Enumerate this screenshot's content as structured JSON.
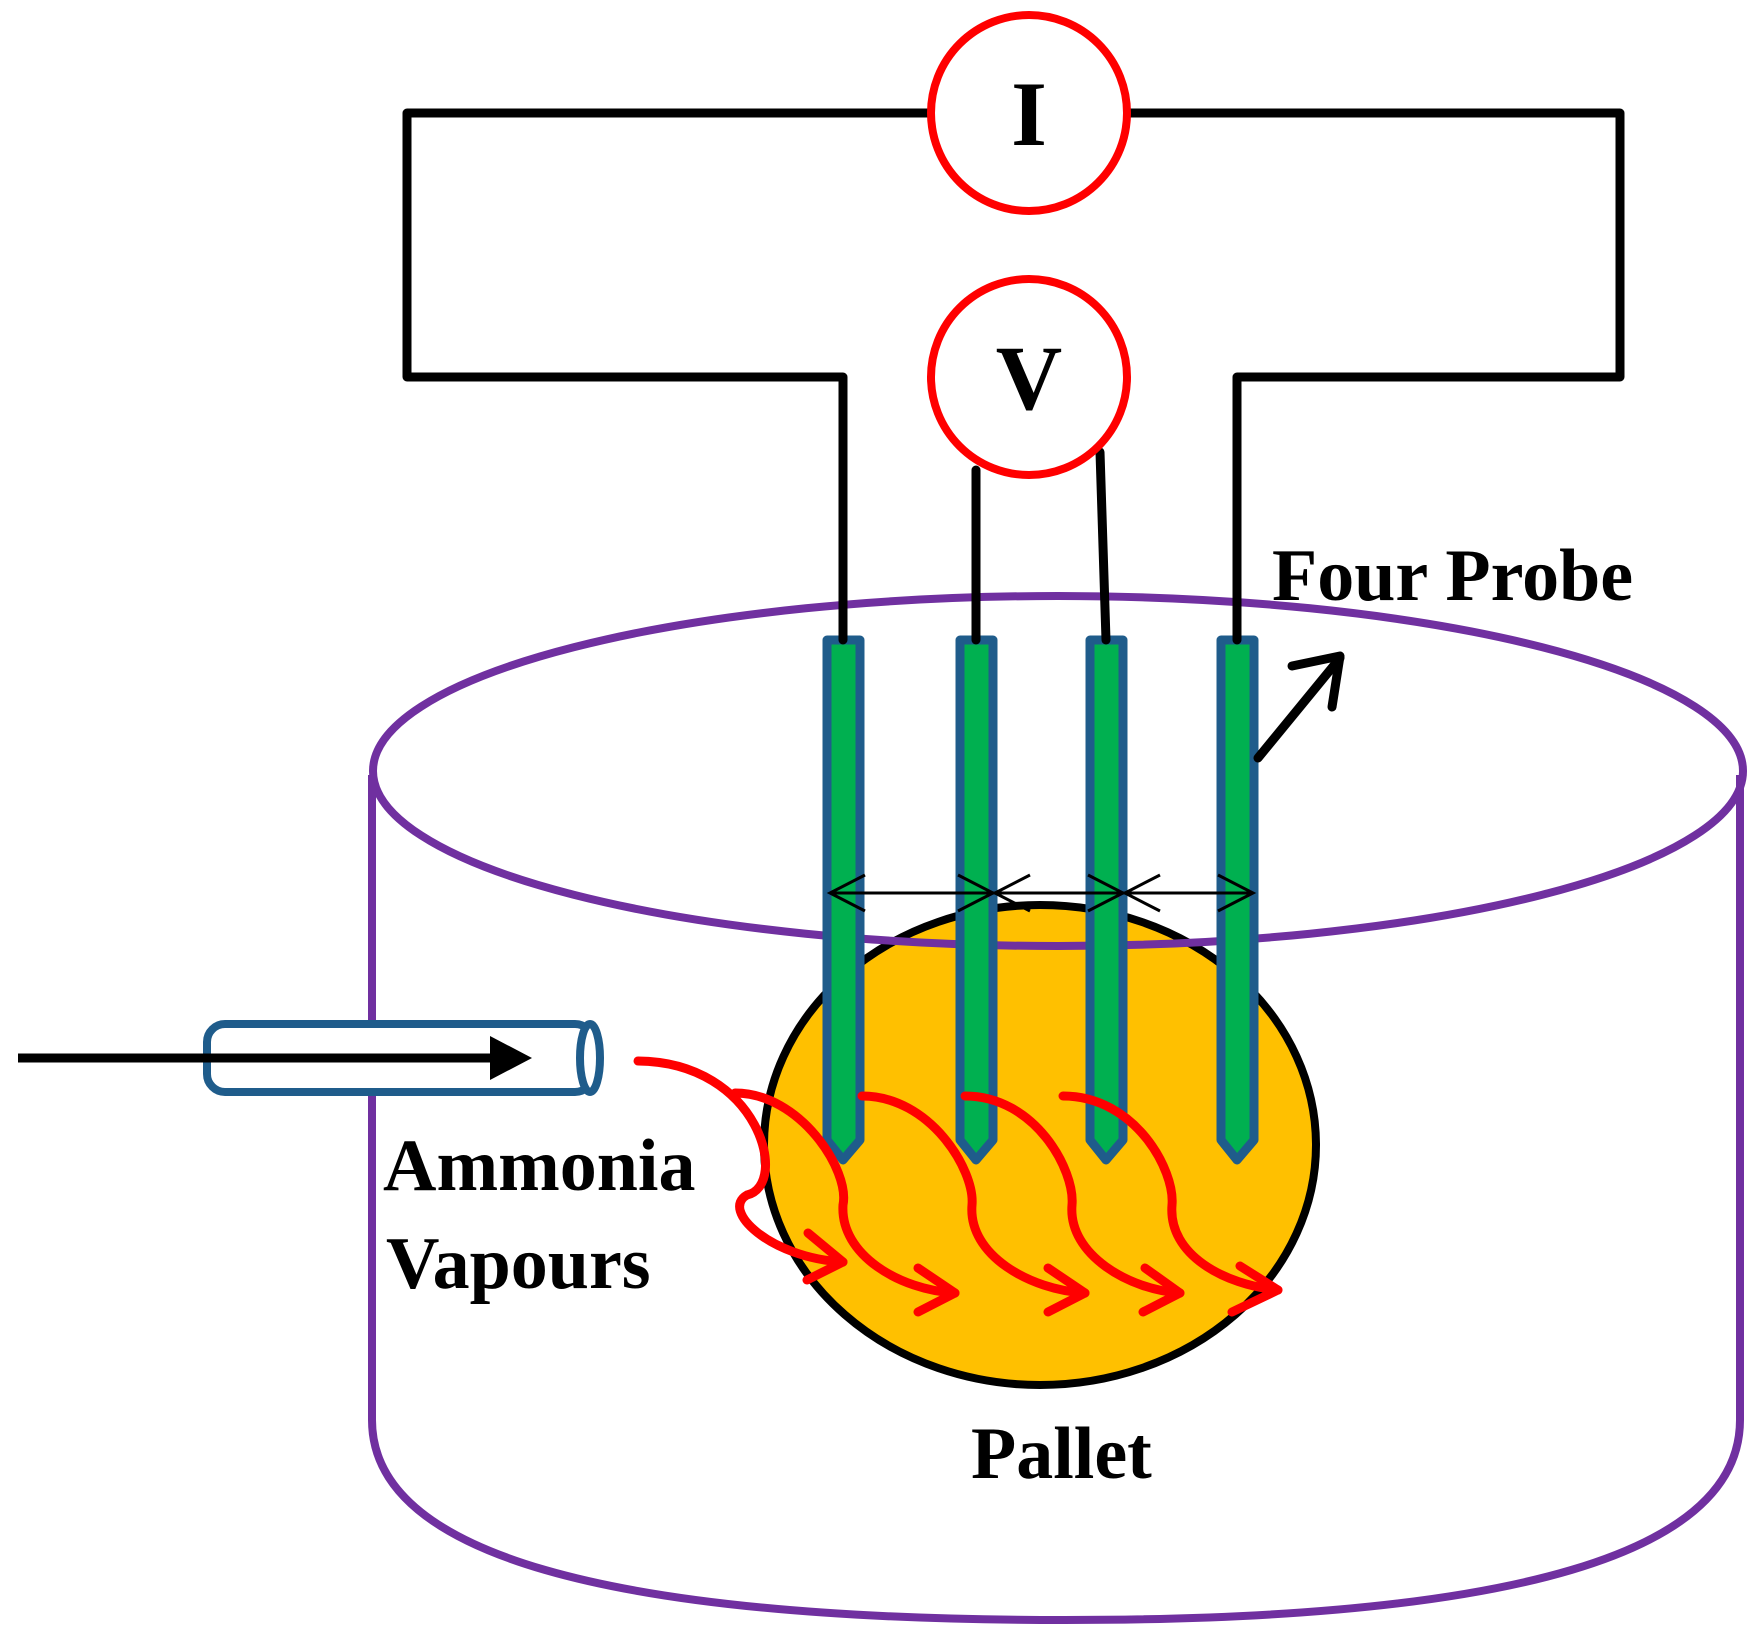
{
  "meters": {
    "current": {
      "label": "I"
    },
    "voltage": {
      "label": "V"
    }
  },
  "labels": {
    "four_probe": "Four Probe",
    "ammonia_line1": "Ammonia",
    "ammonia_line2": "Vapours",
    "pallet": "Pallet"
  },
  "colors": {
    "wire": "#000000",
    "meter_ring": "#ff0000",
    "chamber": "#7030a0",
    "probe_fill": "#00b050",
    "probe_outline": "#1f5c8b",
    "pallet_fill": "#ffc000",
    "pallet_outline": "#000000",
    "vapour_arrow": "#ff0000",
    "inlet_tube": "#1f5c8b"
  }
}
